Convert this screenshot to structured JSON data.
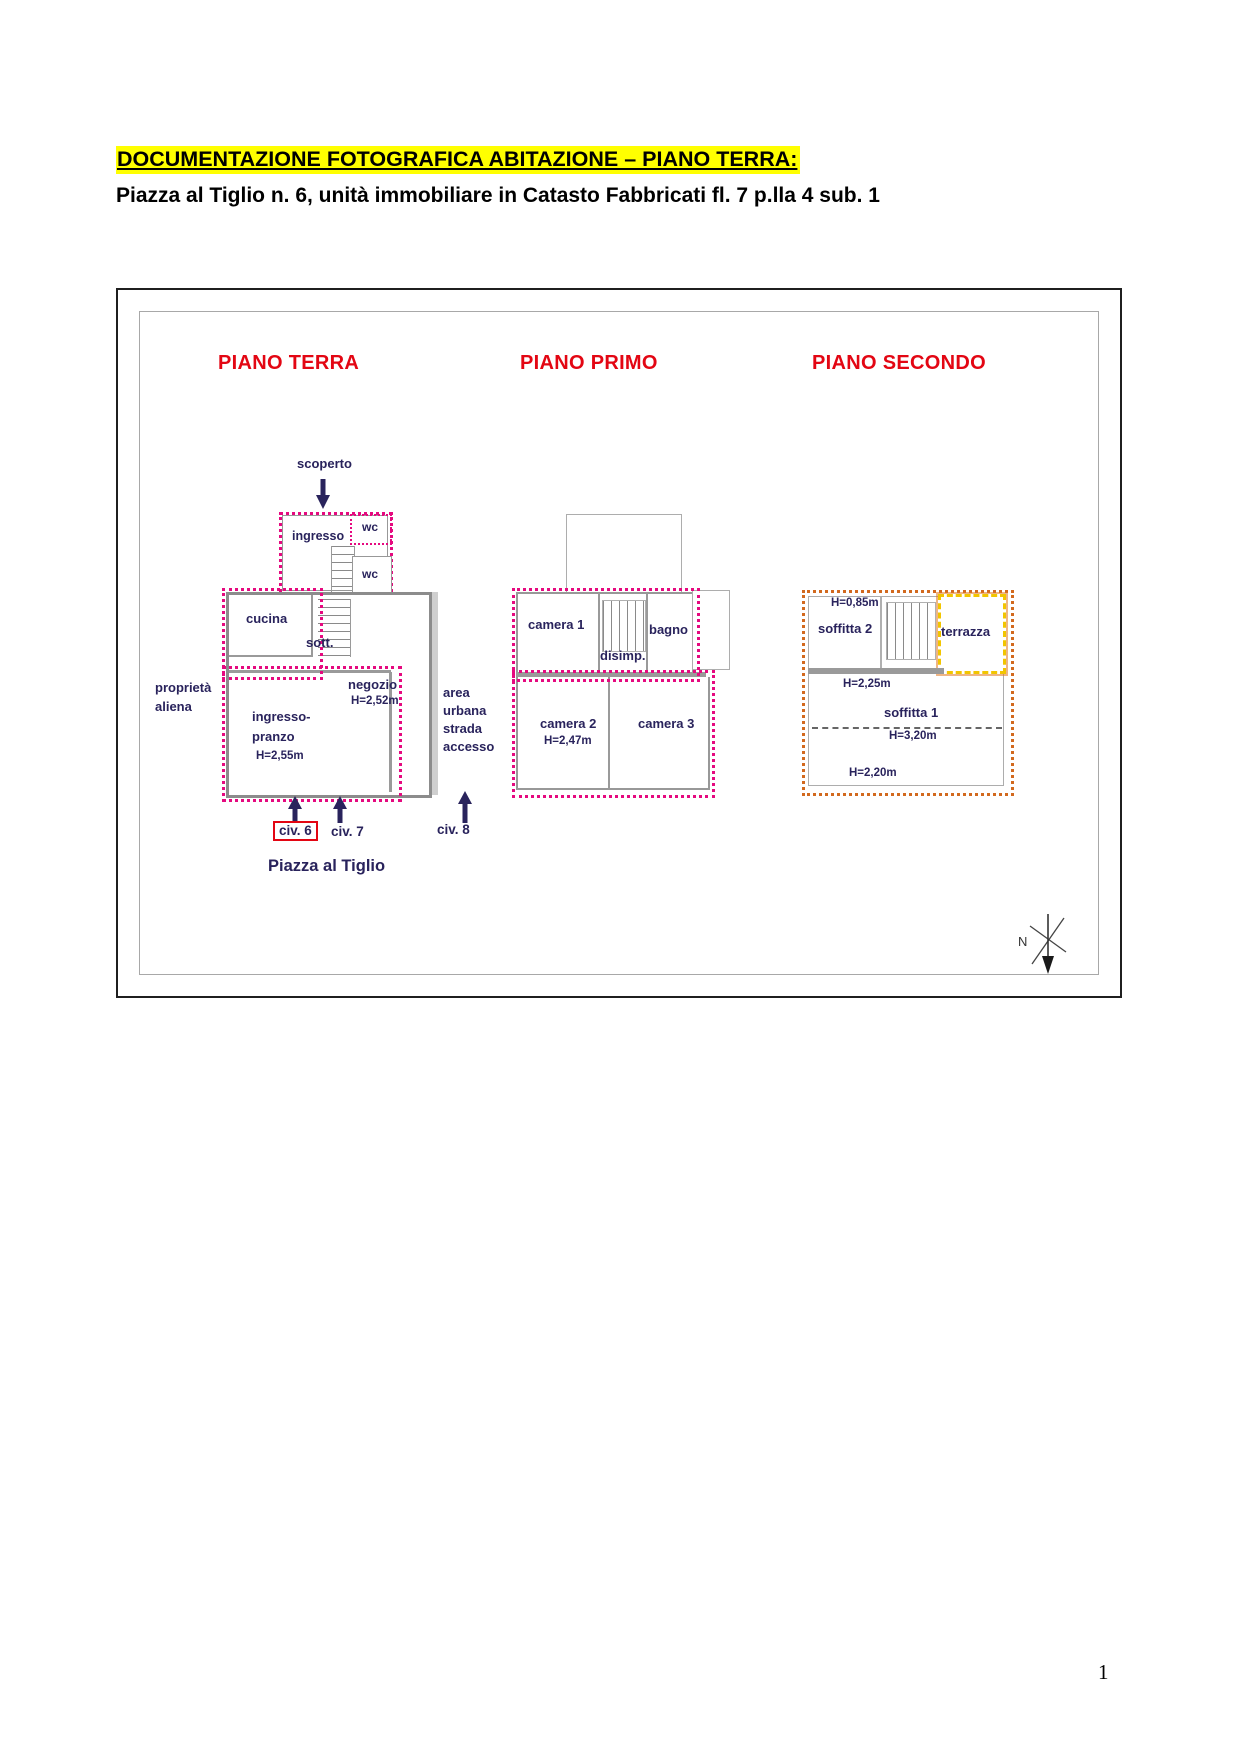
{
  "document": {
    "title": "DOCUMENTAZIONE FOTOGRAFICA ABITAZIONE – PIANO TERRA:",
    "subtitle": "Piazza al Tiglio n. 6, unità immobiliare in Catasto Fabbricati fl. 7 p.lla 4 sub. 1",
    "page_number": "1"
  },
  "colors": {
    "title_highlight": "#ffff00",
    "plan_title_red": "#e30613",
    "label_indigo": "#29235c",
    "unit_boundary_pink": "#e5097f",
    "unit_boundary_orange": "#d2691e",
    "terrace_boundary_yellow": "#f2c500",
    "wall_gray": "#989898"
  },
  "plans": {
    "terra": {
      "title": "PIANO TERRA",
      "labels": {
        "scoperto": "scoperto",
        "ingresso": "ingresso",
        "wc_upper": "wc",
        "wc_lower": "wc",
        "cucina": "cucina",
        "sottoscala": "sott.",
        "negozio": "negozio",
        "negozio_height": "H=2,52m",
        "ingresso_pranzo_line1": "ingresso-",
        "ingresso_pranzo_line2": "pranzo",
        "ingresso_pranzo_height": "H=2,55m",
        "proprieta_line1": "proprietà",
        "proprieta_line2": "aliena",
        "area_line1": "area",
        "area_line2": "urbana",
        "area_line3": "strada",
        "area_line4": "accesso",
        "civico6": "civ. 6",
        "civico7": "civ. 7",
        "civico8": "civ. 8",
        "street": "Piazza al Tiglio"
      }
    },
    "primo": {
      "title": "PIANO PRIMO",
      "labels": {
        "camera1": "camera 1",
        "bagno": "bagno",
        "disimpegno": "disimp.",
        "camera2": "camera 2",
        "camera2_height": "H=2,47m",
        "camera3": "camera 3"
      }
    },
    "secondo": {
      "title": "PIANO SECONDO",
      "labels": {
        "height_085": "H=0,85m",
        "soffitta2": "soffitta 2",
        "terrazza": "terrazza",
        "height_225": "H=2,25m",
        "soffitta1": "soffitta 1",
        "height_320": "H=3,20m",
        "height_220": "H=2,20m"
      }
    }
  },
  "compass": {
    "north_label": "N"
  }
}
